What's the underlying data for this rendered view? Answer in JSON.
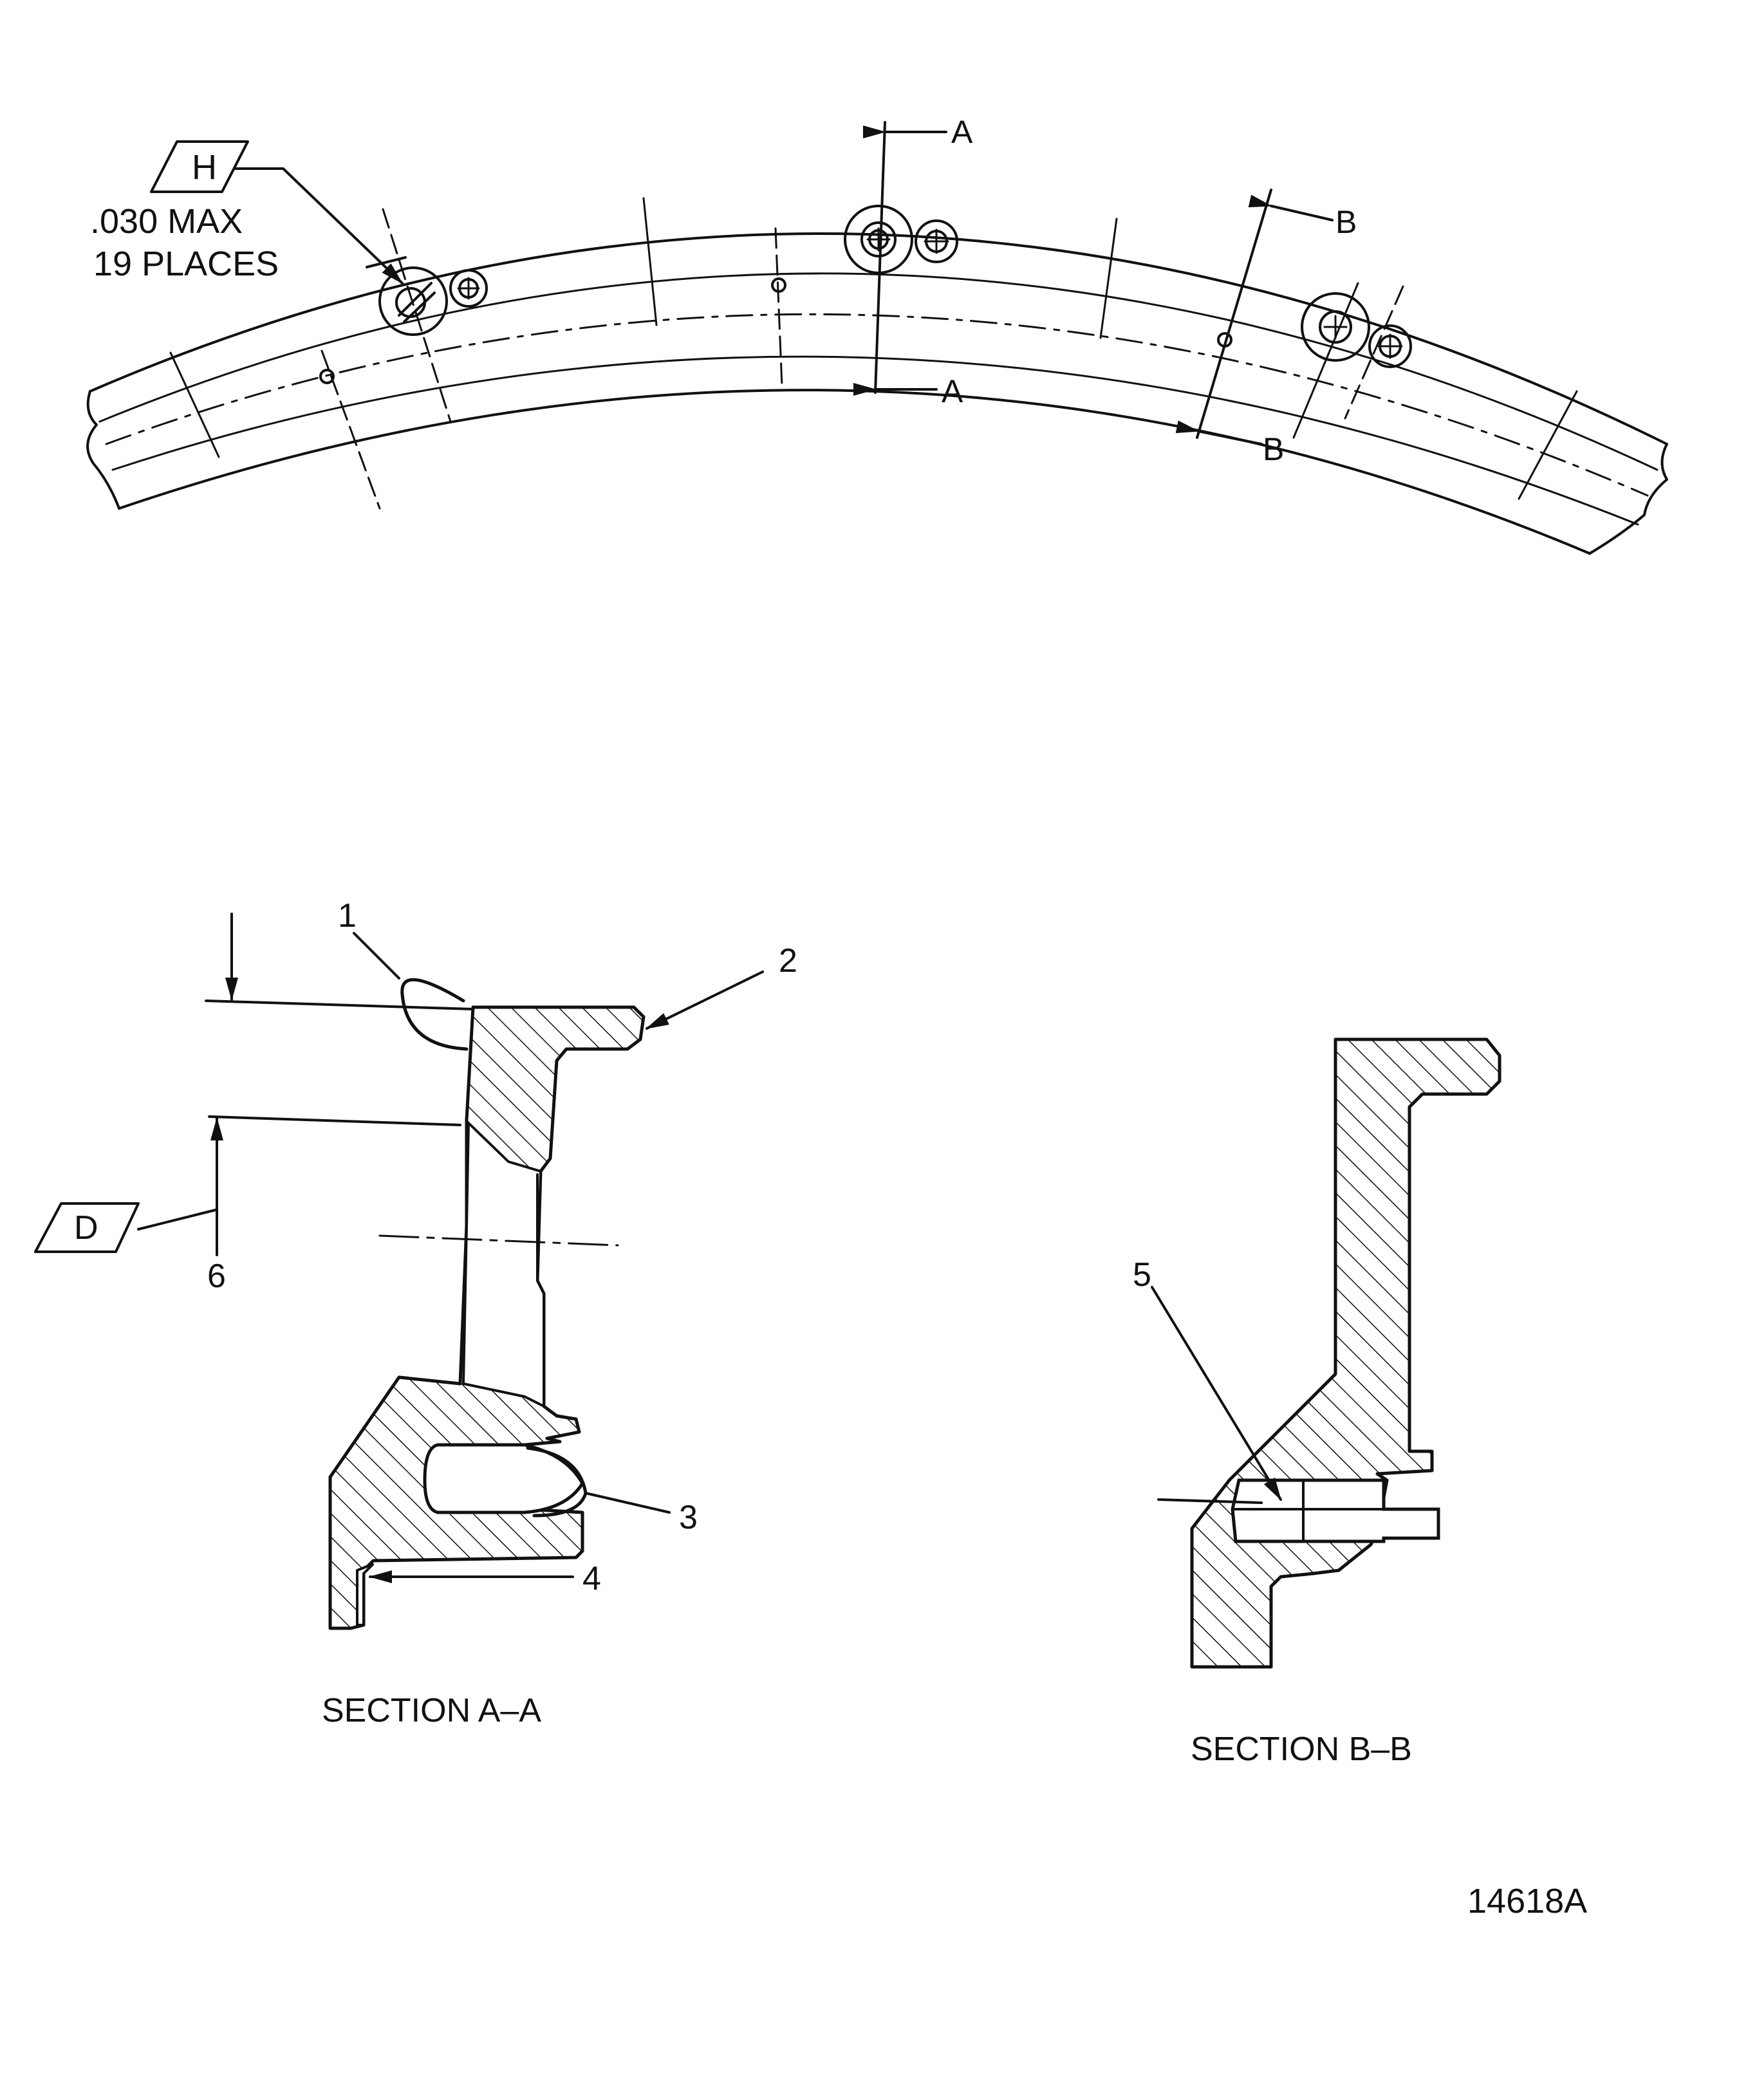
{
  "figure_id": "14618A",
  "top_view": {
    "datum_h": "H",
    "note_line1": ".030 MAX",
    "note_line2": "19 PLACES",
    "section_a_marker": "A",
    "section_b_marker": "B"
  },
  "section_aa": {
    "title": "SECTION A–A",
    "datum_d": "D",
    "callouts": [
      "1",
      "2",
      "3",
      "4",
      "6"
    ]
  },
  "section_bb": {
    "title": "SECTION B–B",
    "callouts": [
      "5"
    ]
  }
}
